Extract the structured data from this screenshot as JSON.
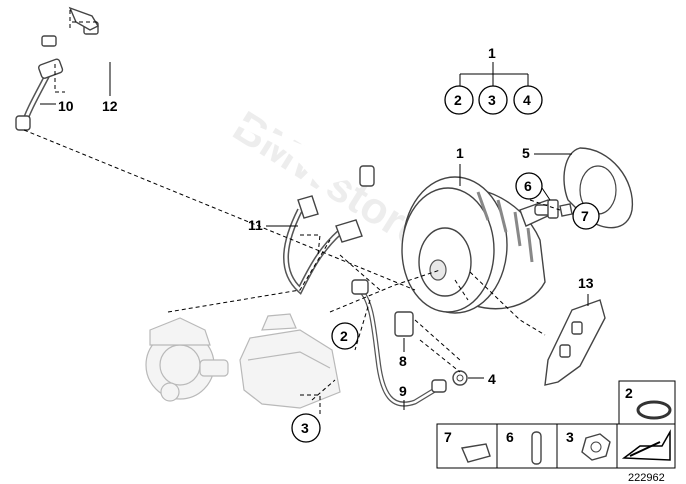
{
  "diagram": {
    "watermark": "BMWstore.pl",
    "reference_number": "222962",
    "callouts": {
      "c1_top": "1",
      "c2_top": "2",
      "c3_top": "3",
      "c4_top": "4",
      "c1_booster": "1",
      "c5": "5",
      "c6": "6",
      "c7": "7",
      "c10": "10",
      "c12": "12",
      "c11": "11",
      "c13": "13",
      "c2_mid": "2",
      "c8": "8",
      "c9": "9",
      "c4_mid": "4",
      "c3_low": "3"
    },
    "legend": {
      "item_2": "2",
      "item_7": "7",
      "item_6": "6",
      "item_3": "3"
    }
  },
  "colors": {
    "line": "#000000",
    "part_outline": "#444444",
    "ghost_outline": "#b9b9b9",
    "background": "#ffffff"
  }
}
